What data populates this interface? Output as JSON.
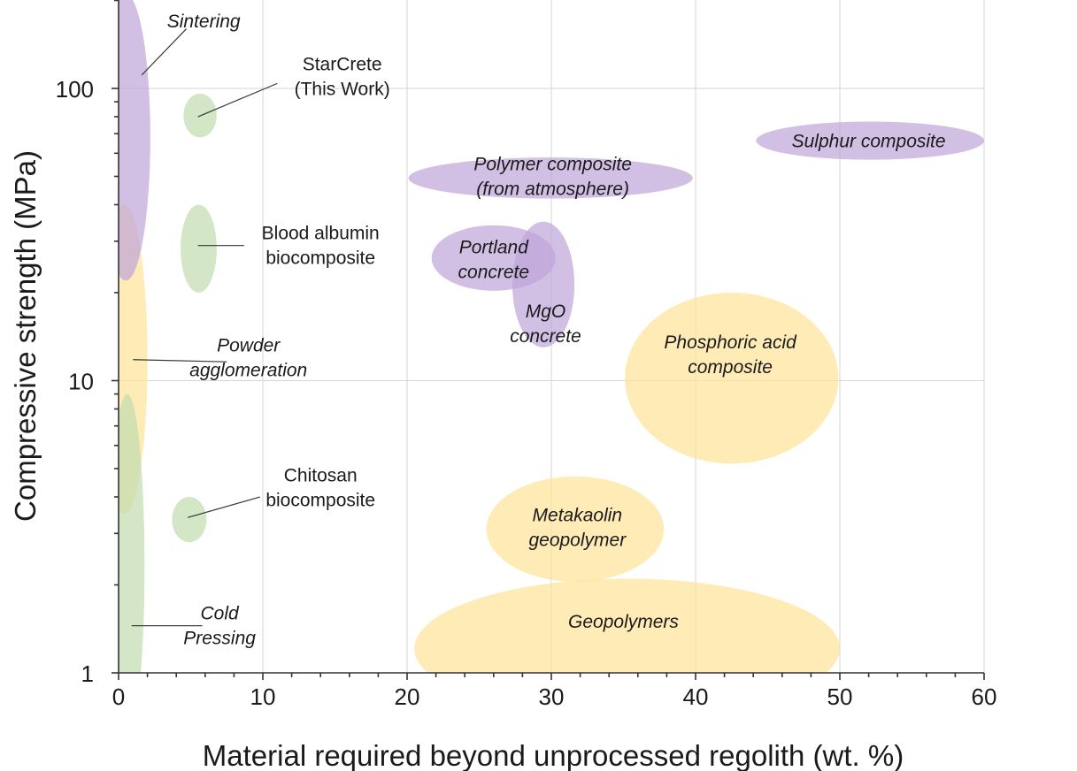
{
  "chart_data": {
    "type": "scatter",
    "xlabel": "Material required beyond unprocessed regolith (wt. %)",
    "ylabel": "Compressive strength (MPa)",
    "xlim": [
      0,
      60
    ],
    "ylim": [
      1,
      200
    ],
    "y_scale": "log",
    "x_ticks": [
      0,
      10,
      20,
      30,
      40,
      50,
      60
    ],
    "x_tick_labels": [
      "0",
      "10",
      "20",
      "30",
      "40",
      "50",
      "60"
    ],
    "y_ticks": [
      1,
      10,
      100
    ],
    "y_tick_labels": [
      "1",
      "10",
      "100"
    ],
    "grid": true,
    "colors": {
      "purple": "#bfa6d9",
      "yellow": "#fde39a",
      "green": "#c2dcb0"
    },
    "regions": [
      {
        "name": "Geopolymers",
        "italic": true,
        "color": "yellow",
        "x_range": [
          20.5,
          50
        ],
        "y_range": [
          0.7,
          2.1
        ],
        "label_at": [
          35,
          1.5
        ]
      },
      {
        "name": "Metakaolin geopolymer",
        "italic": true,
        "color": "yellow",
        "x_range": [
          25.5,
          37.8
        ],
        "y_range": [
          2.05,
          4.7
        ],
        "label_at": [
          31.8,
          3.15
        ]
      },
      {
        "name": "Phosphoric acid composite",
        "italic": true,
        "color": "yellow",
        "x_range": [
          35.1,
          49.9
        ],
        "y_range": [
          5.2,
          20
        ],
        "label_at": [
          42.4,
          12.3
        ]
      },
      {
        "name": "Powder agglomeration",
        "italic": true,
        "color": "yellow",
        "x_range": [
          -1.2,
          2
        ],
        "y_range": [
          3.5,
          40
        ],
        "label_at": [
          9,
          12
        ]
      },
      {
        "name": "Cold Pressing",
        "italic": true,
        "color": "green",
        "x_range": [
          -0.6,
          1.8
        ],
        "y_range": [
          0.6,
          9
        ],
        "label_at": [
          7,
          1.45
        ]
      },
      {
        "name": "Chitosan biocomposite",
        "italic": false,
        "color": "green",
        "x_range": [
          3.7,
          6.1
        ],
        "y_range": [
          2.8,
          4.0
        ],
        "label_at": [
          14,
          4.3
        ]
      },
      {
        "name": "Blood albumin biocomposite",
        "italic": false,
        "color": "green",
        "x_range": [
          4.3,
          6.8
        ],
        "y_range": [
          20,
          40
        ],
        "label_at": [
          14,
          29
        ]
      },
      {
        "name": "StarCrete (This Work)",
        "italic": false,
        "color": "green",
        "x_range": [
          4.5,
          6.8
        ],
        "y_range": [
          68,
          96
        ],
        "label_at": [
          15.5,
          110
        ]
      },
      {
        "name": "Sintering",
        "italic": true,
        "color": "purple",
        "x_range": [
          -1.2,
          2.2
        ],
        "y_range": [
          22,
          210
        ],
        "label_at": [
          5.9,
          170
        ]
      },
      {
        "name": "Portland concrete",
        "italic": true,
        "color": "purple",
        "x_range": [
          21.7,
          30.3
        ],
        "y_range": [
          20.3,
          34
        ],
        "label_at": [
          26,
          26
        ]
      },
      {
        "name": "MgO concrete",
        "italic": true,
        "color": "purple",
        "x_range": [
          27.3,
          31.6
        ],
        "y_range": [
          13,
          35
        ],
        "label_at": [
          29.6,
          15.7
        ]
      },
      {
        "name": "Polymer composite (from atmosphere)",
        "italic": true,
        "color": "purple",
        "x_range": [
          20.1,
          39.8
        ],
        "y_range": [
          42,
          58
        ],
        "label_at": [
          30.1,
          50
        ]
      },
      {
        "name": "Sulphur composite",
        "italic": true,
        "color": "purple",
        "x_range": [
          44.2,
          60
        ],
        "y_range": [
          57,
          77
        ],
        "label_at": [
          52,
          66
        ]
      }
    ]
  }
}
